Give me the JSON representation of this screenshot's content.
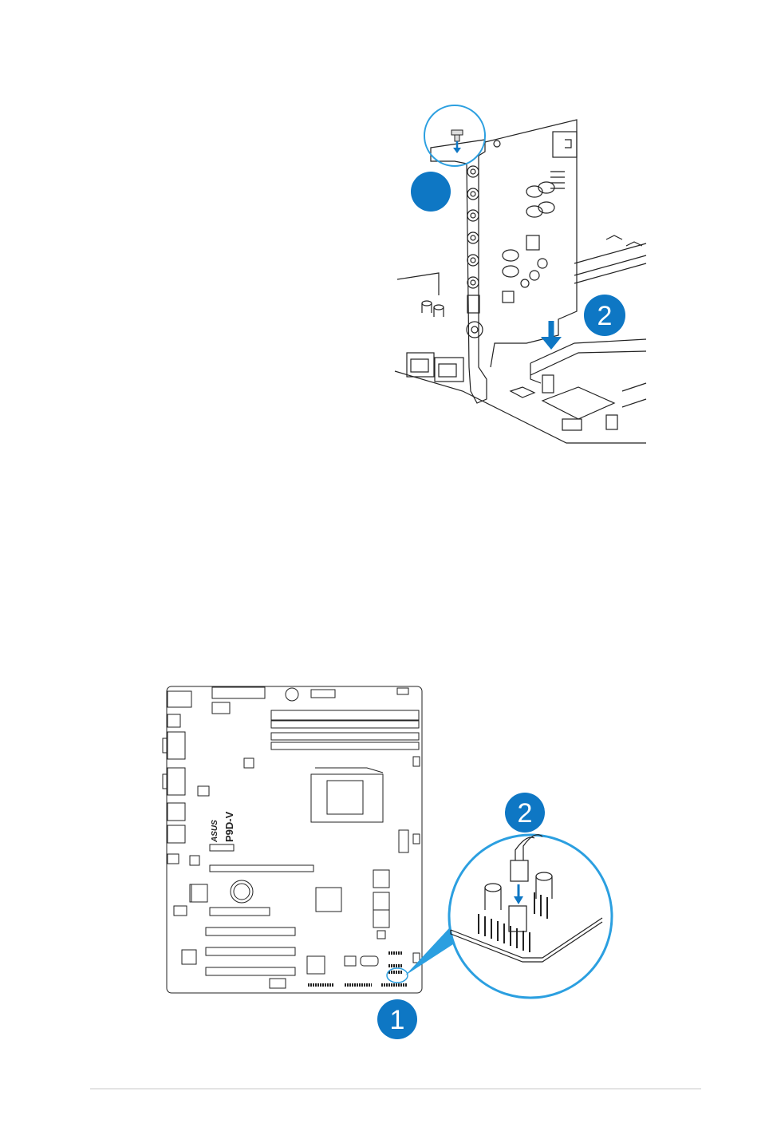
{
  "figure_top": {
    "badges": [
      {
        "label": "",
        "color": "#0e77c4"
      },
      {
        "label": "2",
        "color": "#0e77c4"
      }
    ]
  },
  "figure_bottom": {
    "board_model": "P9D-V",
    "brand": "ASUS",
    "badges": [
      {
        "label": "2",
        "color": "#0e77c4"
      },
      {
        "label": "1",
        "color": "#0e77c4"
      }
    ]
  },
  "colors": {
    "accent": "#0e77c4",
    "highlight": "#2b9fe0",
    "line": "#222222"
  }
}
